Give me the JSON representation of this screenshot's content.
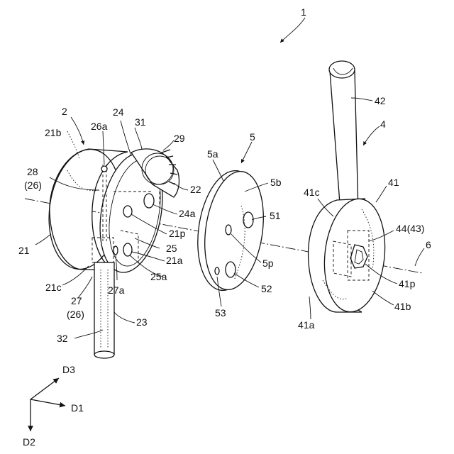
{
  "figure": {
    "assembly_label": "1",
    "part_labels": {
      "p2": "2",
      "p21b": "21b",
      "p26a": "26a",
      "p24": "24",
      "p31": "31",
      "p29": "29",
      "p28": "28",
      "p26_top": "(26)",
      "p22": "22",
      "p24a": "24a",
      "p21p": "21p",
      "p25": "25",
      "p21a": "21a",
      "p25a": "25a",
      "p21": "21",
      "p21c": "21c",
      "p27": "27",
      "p26_bot": "(26)",
      "p27a": "27a",
      "p23": "23",
      "p32": "32",
      "p5": "5",
      "p5a": "5a",
      "p5b": "5b",
      "p51": "51",
      "p5p": "5p",
      "p52": "52",
      "p53": "53",
      "p42": "42",
      "p4": "4",
      "p41c": "41c",
      "p41": "41",
      "p44": "44(43)",
      "p6": "6",
      "p41p": "41p",
      "p41b": "41b",
      "p41a": "41a"
    },
    "axes": {
      "d1": "D1",
      "d2": "D2",
      "d3": "D3"
    }
  }
}
